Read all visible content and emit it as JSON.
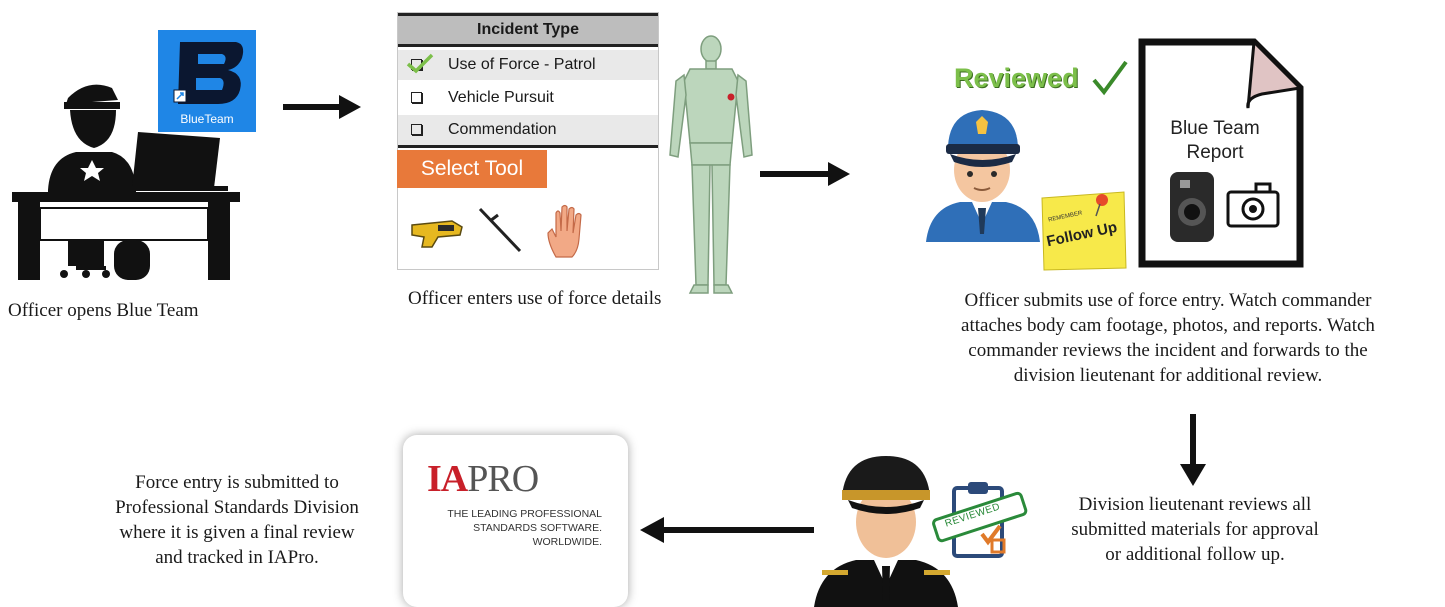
{
  "step1": {
    "caption": "Officer opens Blue Team",
    "app_icon_label": "BlueTeam"
  },
  "step2": {
    "panel_header": "Incident Type",
    "options": [
      {
        "label": "Use of Force - Patrol",
        "checked": true
      },
      {
        "label": "Vehicle Pursuit",
        "checked": false
      },
      {
        "label": "Commendation",
        "checked": false
      }
    ],
    "select_tool_label": "Select Tool",
    "tool_icons": [
      "taser-icon",
      "baton-icon",
      "hand-icon"
    ],
    "caption": "Officer enters use of force details"
  },
  "step3": {
    "reviewed_label": "Reviewed",
    "report_title": "Blue Team Report",
    "sticky_note_small": "REMEMBER",
    "sticky_note": "Follow Up",
    "caption_lines": [
      "Officer submits use of force entry. Watch commander",
      "attaches body cam footage, photos, and reports. Watch",
      "commander reviews the incident and forwards to the",
      "division lieutenant for additional review."
    ]
  },
  "step4": {
    "stamp_label": "REVIEWED",
    "caption_lines": [
      "Division lieutenant reviews all",
      "submitted materials for approval",
      "or additional follow up."
    ]
  },
  "step5": {
    "logo_ia": "IA",
    "logo_pro": "PRO",
    "tagline_lines": [
      "THE LEADING PROFESSIONAL",
      "STANDARDS SOFTWARE.",
      "WORLDWIDE."
    ],
    "caption_lines": [
      "Force entry is submitted to",
      "Professional Standards Division",
      "where it is given a final review",
      "and tracked in IAPro."
    ]
  },
  "colors": {
    "blueteam": "#1f86e6",
    "orange": "#e8793a",
    "reviewed_green": "#7cbf4a",
    "iapro_red": "#c8202a",
    "sticky_yellow": "#f7e94a"
  }
}
